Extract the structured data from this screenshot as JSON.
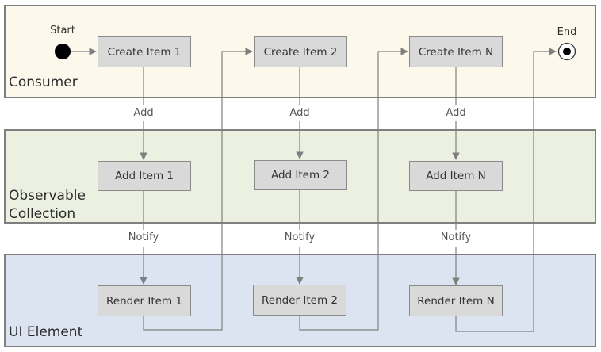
{
  "colors": {
    "consumer_lane": "#fdf8ec",
    "collection_lane": "#ebf0e0",
    "ui_lane": "#dbe4f0",
    "lane_border": "#7f7f7f",
    "box_fill": "#d9d9d9",
    "connector": "#7f7f7f"
  },
  "lanes": {
    "consumer": "Consumer",
    "collection_line1": "Observable",
    "collection_line2": "Collection",
    "ui": "UI Element"
  },
  "terminals": {
    "start": "Start",
    "end": "End"
  },
  "consumer_boxes": [
    "Create Item 1",
    "Create Item 2",
    "Create Item N"
  ],
  "collection_boxes": [
    "Add Item 1",
    "Add Item 2",
    "Add Item N"
  ],
  "ui_boxes": [
    "Render Item 1",
    "Render Item 2",
    "Render Item N"
  ],
  "add_labels": [
    "Add",
    "Add",
    "Add"
  ],
  "notify_labels": [
    "Notify",
    "Notify",
    "Notify"
  ]
}
